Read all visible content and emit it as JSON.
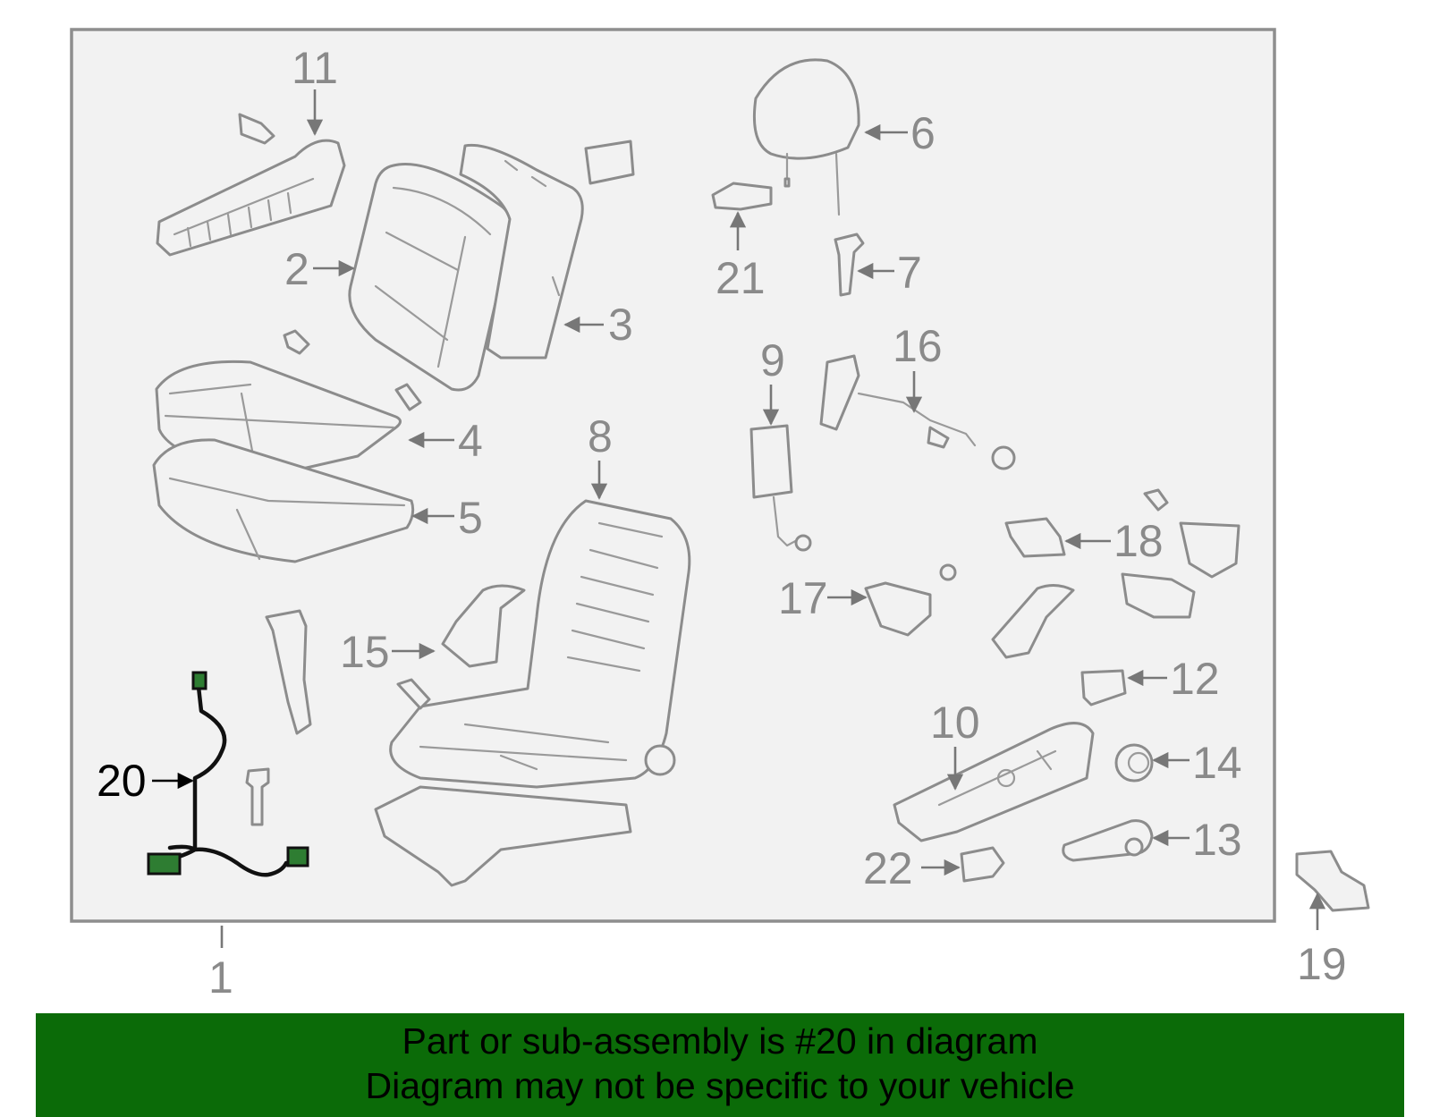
{
  "diagram": {
    "callouts": [
      "1",
      "2",
      "3",
      "4",
      "5",
      "6",
      "7",
      "8",
      "9",
      "10",
      "11",
      "12",
      "13",
      "14",
      "15",
      "16",
      "17",
      "18",
      "19",
      "20",
      "21",
      "22"
    ],
    "highlighted_part": "20",
    "colors": {
      "banner_background": "#0b6b08",
      "highlighted_part_stroke": "#111111",
      "connector_fill": "#2e7d32",
      "part_stroke": "#8c8c8c"
    }
  },
  "banner": {
    "line1": "Part or sub-assembly is #20 in diagram",
    "line2": "Diagram may not be specific to your vehicle"
  }
}
